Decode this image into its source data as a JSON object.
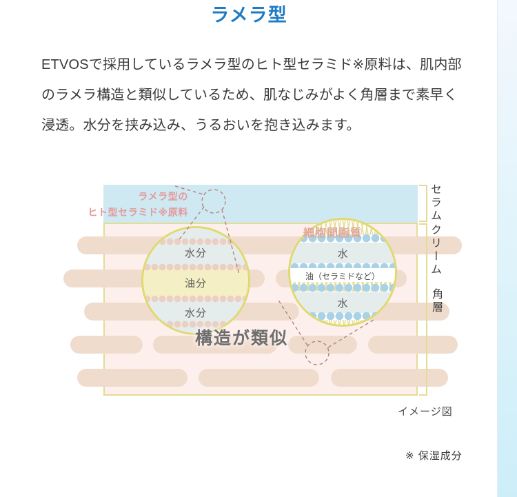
{
  "page": {
    "title": "ラメラ型",
    "title_color": "#1f7bc4",
    "lead_paragraph": "ETVOSで採用しているラメラ型のヒト型セラミド※原料は、肌内部のラメラ構造と類似しているため、肌なじみがよく角層まで素早く浸透。水分を挟み込み、うるおいを抱き込みます。",
    "footnote": "※ 保湿成分",
    "caption": "イメージ図"
  },
  "diagram": {
    "callout_label_line1": "ラメラ型の",
    "callout_label_line2": "ヒト型セラミド※原料",
    "callout_label_color": "#e39a9a",
    "intercellular_lipid_label": "細胞間脂質",
    "intercellular_lipid_color": "#e0a79b",
    "center_label": "構造が類似",
    "center_label_color": "#6e6e6e",
    "left_circle": {
      "name": "ラメラ型のヒト型セラミド原料",
      "bands": [
        {
          "label": "水分",
          "kind": "water"
        },
        {
          "label": "油分",
          "kind": "oil"
        },
        {
          "label": "水分",
          "kind": "water"
        }
      ]
    },
    "right_circle": {
      "name": "細胞間脂質のラメラ構造",
      "bands": [
        {
          "label": "水",
          "kind": "water"
        },
        {
          "label": "油（セラミドなど）",
          "kind": "oil"
        },
        {
          "label": "水",
          "kind": "water"
        }
      ]
    },
    "layers": [
      {
        "id": "cream",
        "label_lines": [
          "セラム",
          "クリーム"
        ],
        "color": "#cfe9f3"
      },
      {
        "id": "corneum",
        "label_lines": [
          "角層"
        ],
        "color": "#fdf0ec"
      }
    ],
    "border_color": "#e3dc94"
  }
}
